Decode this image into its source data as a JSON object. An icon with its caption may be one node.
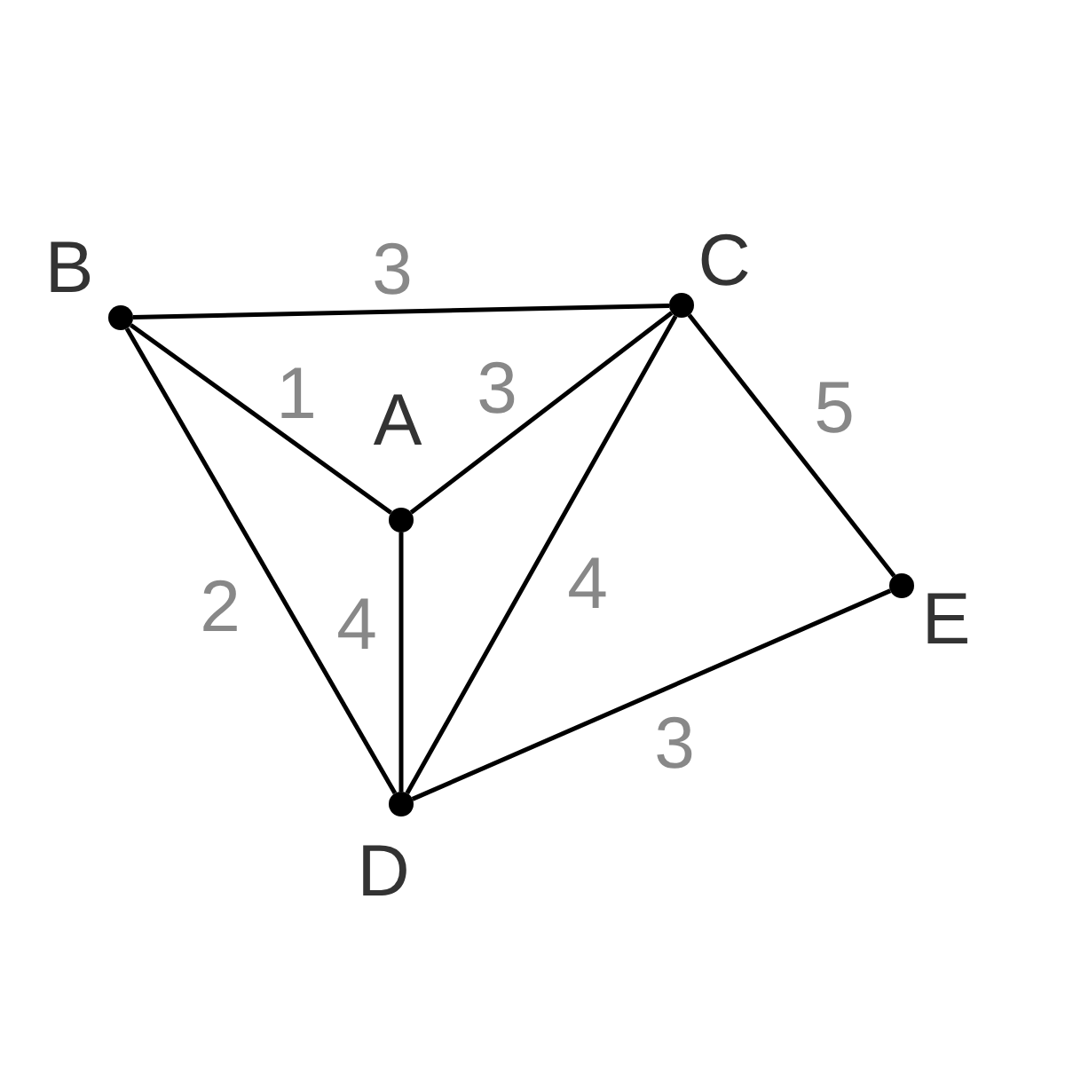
{
  "diagram": {
    "nodes": [
      {
        "text": [],
        "shape": "circle",
        "beside": [
          "A"
        ]
      },
      {
        "text": [],
        "shape": "circle",
        "beside": [
          "B"
        ]
      },
      {
        "text": [],
        "shape": "circle",
        "beside": [
          "C"
        ]
      },
      {
        "text": [],
        "shape": "circle",
        "beside": [
          "D"
        ]
      },
      {
        "text": [],
        "shape": "circle",
        "beside": [
          "E"
        ]
      }
    ],
    "edges": [
      {
        "from": 1,
        "to": 2,
        "arrow": "none",
        "label": "3"
      },
      {
        "from": 1,
        "to": 0,
        "arrow": "none",
        "label": "1"
      },
      {
        "from": 0,
        "to": 2,
        "arrow": "none",
        "label": "3"
      },
      {
        "from": 1,
        "to": 3,
        "arrow": "none",
        "label": "2"
      },
      {
        "from": 0,
        "to": 3,
        "arrow": "none",
        "label": "4"
      },
      {
        "from": 2,
        "to": 3,
        "arrow": "none",
        "label": "4"
      },
      {
        "from": 2,
        "to": 4,
        "arrow": "none",
        "label": "5"
      },
      {
        "from": 3,
        "to": 4,
        "arrow": "none",
        "label": "3"
      }
    ]
  }
}
